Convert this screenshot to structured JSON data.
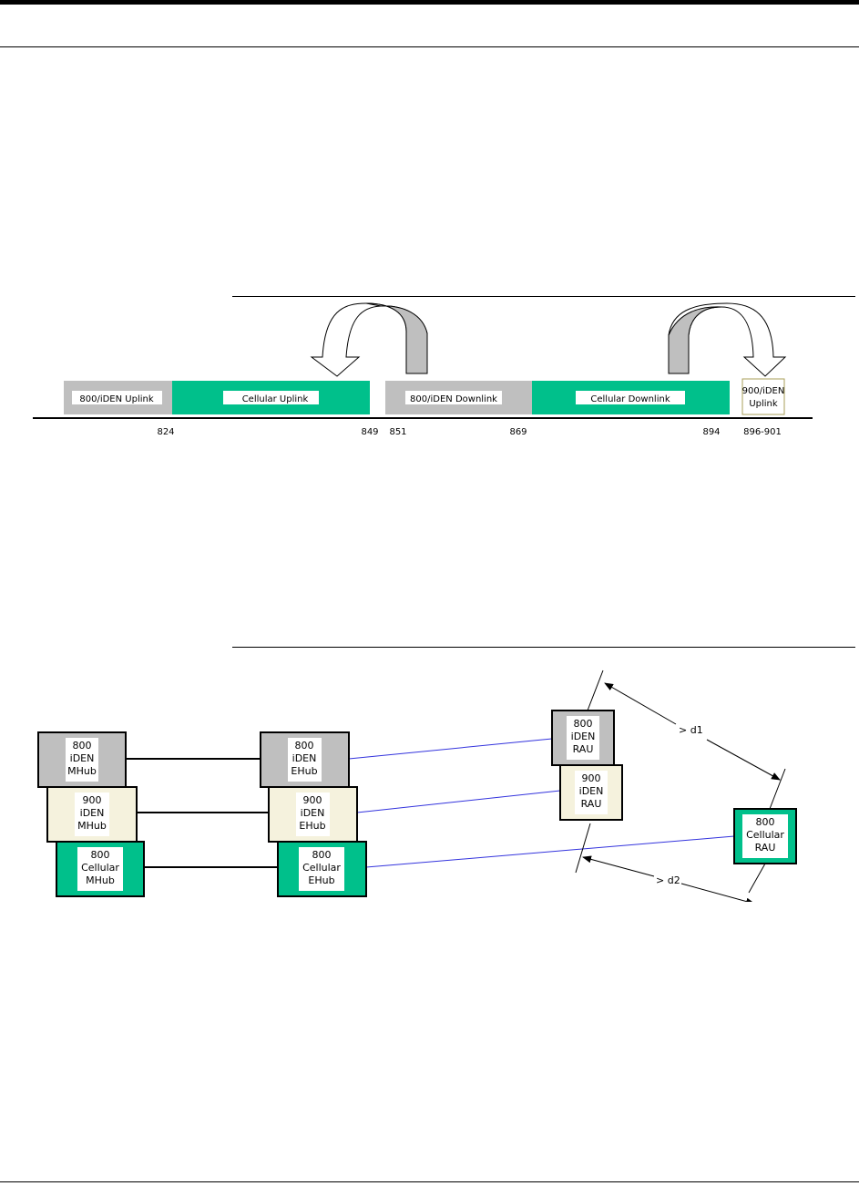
{
  "colors": {
    "gray": "#bfbfbf",
    "green": "#00c08b",
    "cream": "#f5f2dd",
    "blue_line": "#3333dd"
  },
  "figure1": {
    "bands": [
      {
        "label": "800/iDEN Uplink"
      },
      {
        "label": "Cellular Uplink"
      },
      {
        "label": "800/iDEN Downlink"
      },
      {
        "label": "Cellular Downlink"
      },
      {
        "label_line1": "900/iDEN",
        "label_line2": "Uplink"
      }
    ],
    "ticks": [
      "824",
      "849",
      "851",
      "869",
      "894",
      "896-901"
    ]
  },
  "figure2": {
    "mhubs": [
      {
        "l1": "800",
        "l2": "iDEN",
        "l3": "MHub"
      },
      {
        "l1": "900",
        "l2": "iDEN",
        "l3": "MHub"
      },
      {
        "l1": "800",
        "l2": "Cellular",
        "l3": "MHub"
      }
    ],
    "ehubs": [
      {
        "l1": "800",
        "l2": "iDEN",
        "l3": "EHub"
      },
      {
        "l1": "900",
        "l2": "iDEN",
        "l3": "EHub"
      },
      {
        "l1": "800",
        "l2": "Cellular",
        "l3": "EHub"
      }
    ],
    "raus": [
      {
        "l1": "800",
        "l2": "iDEN",
        "l3": "RAU"
      },
      {
        "l1": "900",
        "l2": "iDEN",
        "l3": "RAU"
      },
      {
        "l1": "800",
        "l2": "Cellular",
        "l3": "RAU"
      }
    ],
    "d1": "> d1",
    "d2": "> d2"
  }
}
